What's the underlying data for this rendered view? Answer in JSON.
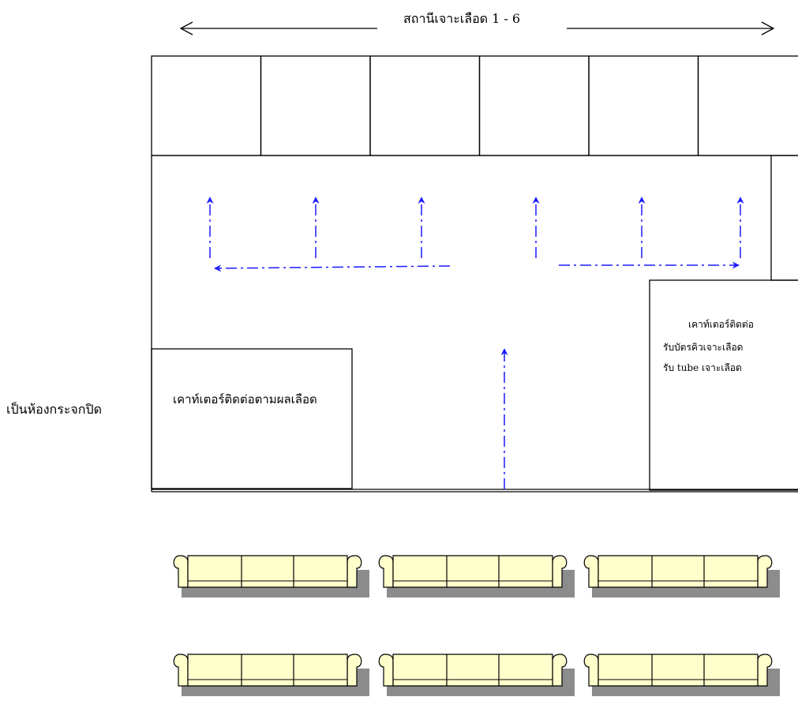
{
  "diagram": {
    "title": "สถานีเจาะเลือด  1 - 6",
    "glass_room_note": "เป็นห้องกระจกปิด",
    "results_counter_label": "เคาท์เตอร์ติดต่อตามผลเลือด",
    "registration_counter_lines": [
      "เคาท์เตอร์ติดต่อ",
      "รับบัตรคิวเจาะเลือด",
      "รับ tube เจาะเลือด"
    ],
    "station_count": 6,
    "sofa_count": 6
  },
  "colors": {
    "line": "#000000",
    "flow_arrow": "#1a1aff",
    "sofa_fill": "#ffffcc",
    "sofa_shadow": "#8c8c8c"
  },
  "icons": {
    "sofa": "sofa-icon",
    "flow_arrow": "arrow-icon"
  }
}
